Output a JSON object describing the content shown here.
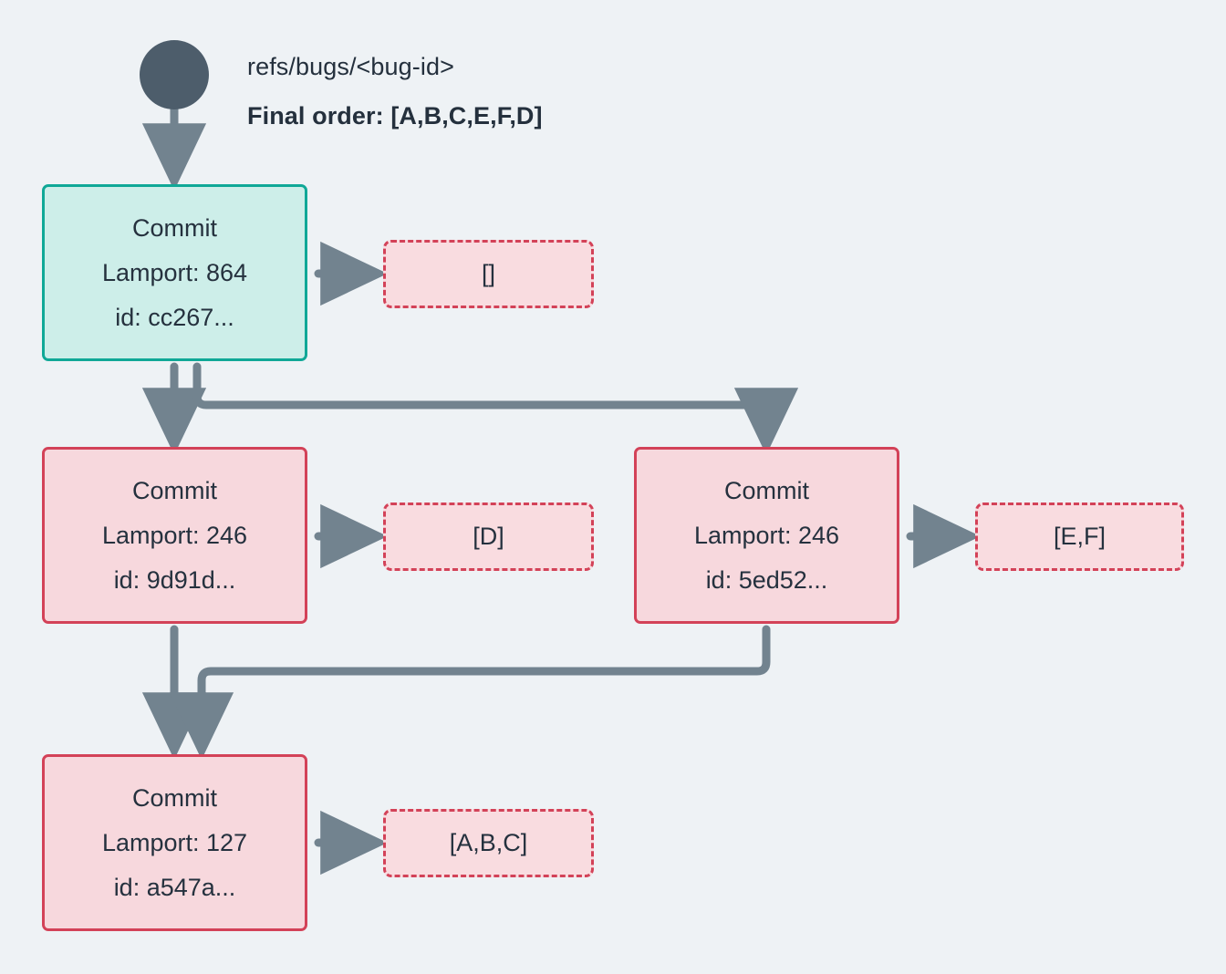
{
  "diagram": {
    "type": "commit-dag",
    "background_color": "#eef2f5",
    "title_ref": "refs/bugs/<bug-id>",
    "final_order": "Final order: [A,B,C,E,F,D]",
    "root_node_label": "root-dot",
    "colors": {
      "teal_border": "#10a897",
      "teal_fill": "#cdeee9",
      "red_border": "#d34258",
      "red_fill": "#f7d8dd",
      "payload_fill": "#f9dce0",
      "edge": "#72838f",
      "root_dot": "#4d5d6b",
      "text": "#25313e"
    }
  },
  "commits": [
    {
      "key": "cc267",
      "title": "Commit",
      "lamport": "Lamport: 864",
      "id": "id: cc267...",
      "style": "teal",
      "payload": "[]"
    },
    {
      "key": "9d91d",
      "title": "Commit",
      "lamport": "Lamport: 246",
      "id": "id: 9d91d...",
      "style": "red",
      "payload": "[D]"
    },
    {
      "key": "5ed52",
      "title": "Commit",
      "lamport": "Lamport: 246",
      "id": "id: 5ed52...",
      "style": "red",
      "payload": "[E,F]"
    },
    {
      "key": "a547a",
      "title": "Commit",
      "lamport": "Lamport: 127",
      "id": "id: a547a...",
      "style": "red",
      "payload": "[A,B,C]"
    }
  ],
  "edges": [
    {
      "from": "root",
      "to": "cc267",
      "kind": "straight-down"
    },
    {
      "from": "cc267",
      "to": "9d91d",
      "kind": "straight-down"
    },
    {
      "from": "cc267",
      "to": "5ed52",
      "kind": "elbow-right"
    },
    {
      "from": "cc267",
      "to": "payload-cc267",
      "kind": "straight-right"
    },
    {
      "from": "9d91d",
      "to": "a547a",
      "kind": "straight-down"
    },
    {
      "from": "5ed52",
      "to": "a547a",
      "kind": "elbow-left"
    },
    {
      "from": "9d91d",
      "to": "payload-9d91d",
      "kind": "straight-right"
    },
    {
      "from": "5ed52",
      "to": "payload-5ed52",
      "kind": "straight-right"
    },
    {
      "from": "a547a",
      "to": "payload-a547a",
      "kind": "straight-right"
    }
  ]
}
